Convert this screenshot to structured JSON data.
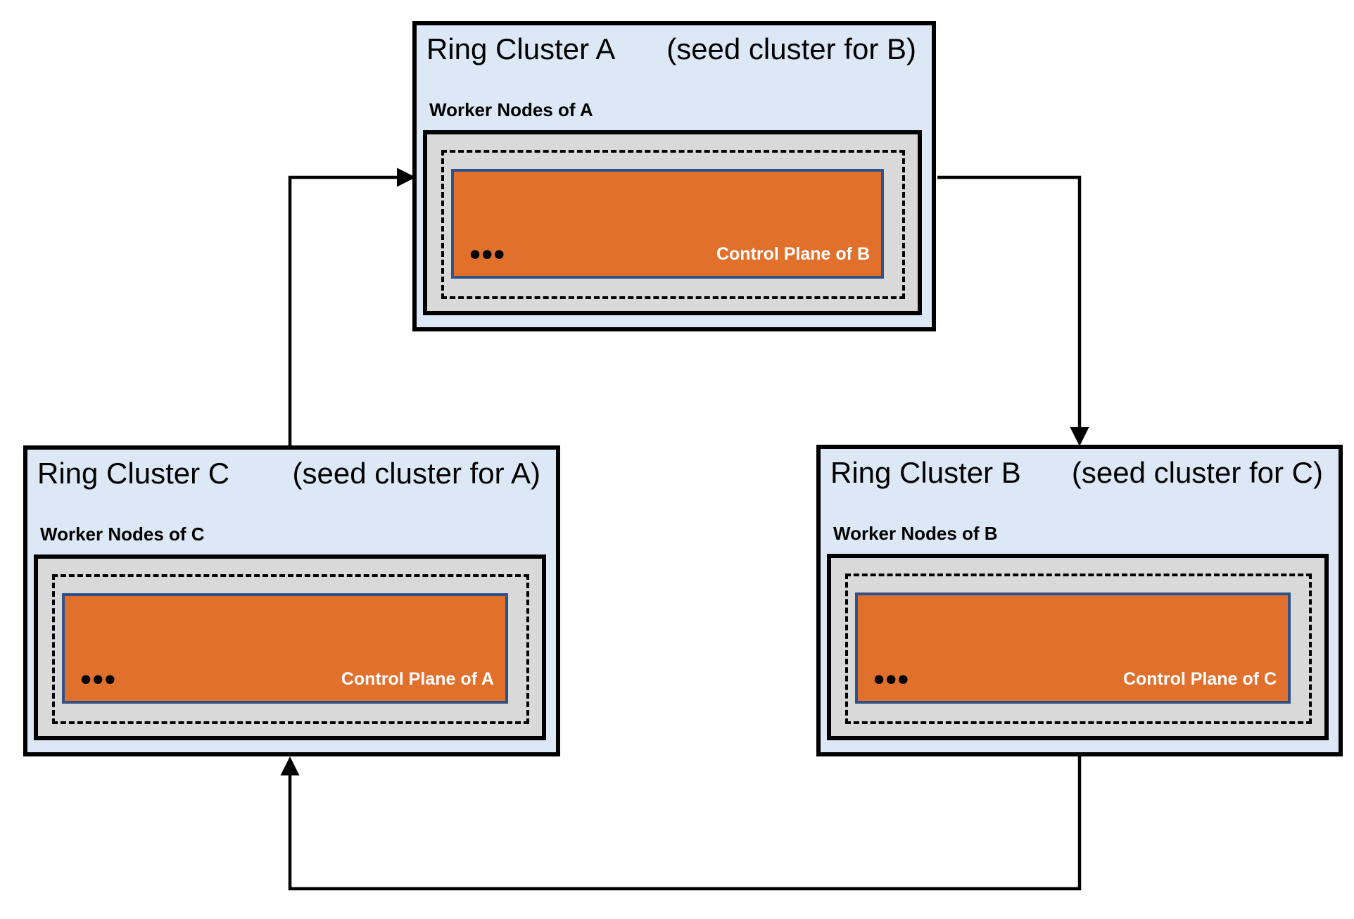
{
  "clusters": [
    {
      "id": "A",
      "title": "Ring Cluster A",
      "subtitle": "(seed cluster for B)",
      "worker_label": "Worker Nodes of A",
      "dots": "•••",
      "control_plane_label": "Control Plane of B"
    },
    {
      "id": "B",
      "title": "Ring Cluster B",
      "subtitle": "(seed cluster for C)",
      "worker_label": "Worker Nodes of B",
      "dots": "•••",
      "control_plane_label": "Control Plane of C"
    },
    {
      "id": "C",
      "title": "Ring Cluster C",
      "subtitle": "(seed cluster for A)",
      "worker_label": "Worker Nodes of C",
      "dots": "•••",
      "control_plane_label": "Control Plane of A"
    }
  ],
  "arrows": [
    {
      "from": "C",
      "to": "A"
    },
    {
      "from": "A",
      "to": "B"
    },
    {
      "from": "B",
      "to": "C"
    }
  ],
  "colors": {
    "cluster_bg": "#dce8f5",
    "worker_bg": "#d9d9d9",
    "control_plane_bg": "#e0702c",
    "control_plane_border": "#2f5287",
    "control_plane_text": "#ffffff",
    "title_color": "#000000",
    "line_color": "#000000"
  }
}
